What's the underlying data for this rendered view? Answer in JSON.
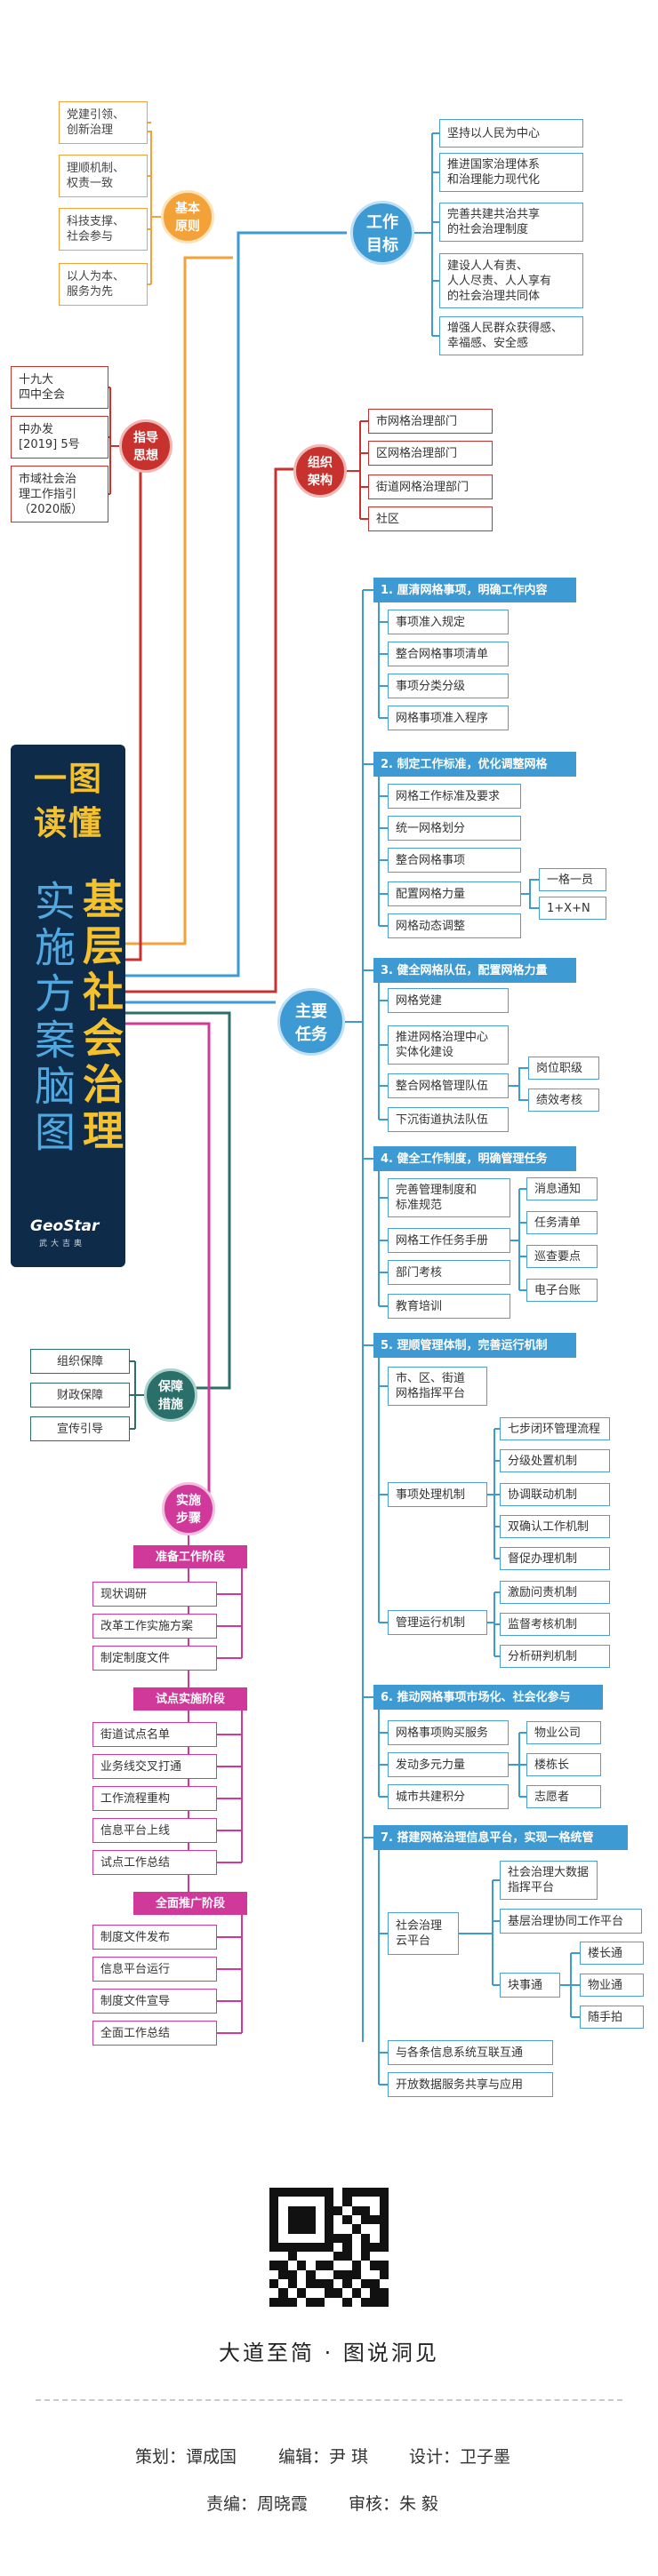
{
  "title": {
    "lines": [
      "一图",
      "读懂"
    ],
    "col_main": "基层社会治理",
    "col_sub": "实施方案脑图",
    "logo": "GeoStar",
    "logo_sub": "武大吉奥"
  },
  "left_branches": {
    "basic_principles": {
      "label": [
        "基本",
        "原则"
      ],
      "items": [
        "党建引领、\n创新治理",
        "理顺机制、\n权责一致",
        "科技支撑、\n社会参与",
        "以人为本、\n服务为先"
      ]
    },
    "guiding_thought": {
      "label": [
        "指导",
        "思想"
      ],
      "items": [
        "十九大\n四中全会",
        "中办发\n[2019] 5号",
        "市域社会治\n理工作指引\n（2020版）"
      ]
    },
    "guarantee": {
      "label": [
        "保障",
        "措施"
      ],
      "items": [
        "组织保障",
        "财政保障",
        "宣传引导"
      ]
    },
    "steps": {
      "label": [
        "实施",
        "步骤"
      ],
      "phases": [
        {
          "title": "准备工作阶段",
          "items": [
            "现状调研",
            "改革工作实施方案",
            "制定制度文件"
          ]
        },
        {
          "title": "试点实施阶段",
          "items": [
            "街道试点名单",
            "业务线交叉打通",
            "工作流程重构",
            "信息平台上线",
            "试点工作总结"
          ]
        },
        {
          "title": "全面推广阶段",
          "items": [
            "制度文件发布",
            "信息平台运行",
            "制度文件宣导",
            "全面工作总结"
          ]
        }
      ]
    }
  },
  "right_branches": {
    "goals": {
      "label": [
        "工作",
        "目标"
      ],
      "items": [
        "坚持以人民为中心",
        "推进国家治理体系\n和治理能力现代化",
        "完善共建共治共享\n的社会治理制度",
        "建设人人有责、\n人人尽责、人人享有\n的社会治理共同体",
        "增强人民群众获得感、\n幸福感、安全感"
      ]
    },
    "org": {
      "label": [
        "组织",
        "架构"
      ],
      "items": [
        "市网格治理部门",
        "区网格治理部门",
        "街道网格治理部门",
        "社区"
      ]
    },
    "tasks": {
      "label": [
        "主要",
        "任务"
      ],
      "groups": [
        {
          "title": "1. 厘清网格事项，明确工作内容",
          "items": [
            "事项准入规定",
            "整合网格事项清单",
            "事项分类分级",
            "网格事项准入程序"
          ]
        },
        {
          "title": "2. 制定工作标准，优化调整网格",
          "items": [
            "网格工作标准及要求",
            "统一网格划分",
            "整合网格事项",
            "配置网格力量",
            "网格动态调整"
          ],
          "sub": [
            "一格一员",
            "1+X+N"
          ]
        },
        {
          "title": "3. 健全网格队伍，配置网格力量",
          "items": [
            "网格党建",
            "推进网格治理中心\n实体化建设",
            "整合网格管理队伍",
            "下沉街道执法队伍"
          ],
          "sub": [
            "岗位职级",
            "绩效考核"
          ]
        },
        {
          "title": "4. 健全工作制度，明确管理任务",
          "items": [
            "完善管理制度和\n标准规范",
            "网格工作任务手册",
            "部门考核",
            "教育培训"
          ],
          "sub": [
            "消息通知",
            "任务清单",
            "巡查要点",
            "电子台账"
          ]
        },
        {
          "title": "5. 理顺管理体制，完善运行机制",
          "items": [
            "市、区、街道\n网格指挥平台",
            "事项处理机制",
            "管理运行机制"
          ],
          "sub_a": [
            "七步闭环管理流程",
            "分级处置机制",
            "协调联动机制",
            "双确认工作机制",
            "督促办理机制"
          ],
          "sub_b": [
            "激励问责机制",
            "监督考核机制",
            "分析研判机制"
          ]
        },
        {
          "title": "6. 推动网格事项市场化、社会化参与",
          "items": [
            "网格事项购买服务",
            "发动多元力量",
            "城市共建积分"
          ],
          "sub": [
            "物业公司",
            "楼栋长",
            "志愿者"
          ]
        },
        {
          "title": "7. 搭建网格治理信息平台，实现一格统管",
          "items": [
            "社会治理\n云平台",
            "与各条信息系统互联互通",
            "开放数据服务共享与应用"
          ],
          "sub_a": [
            "社会治理大数据\n指挥平台",
            "基层治理协同工作平台",
            "块事通"
          ],
          "sub_b": [
            "楼长通",
            "物业通",
            "随手拍"
          ]
        }
      ]
    }
  },
  "footer": {
    "slogan": "大道至简 · 图说洞见",
    "planner": "策划：谭成国",
    "editor": "编辑：尹  琪",
    "designer": "设计：卫子墨",
    "chief_editor": "责编：周晓霞",
    "reviewer": "审核：朱  毅"
  },
  "colors": {
    "navy": "#0f2b4a",
    "gold": "#f5c12c",
    "blue": "#3d9ad2",
    "red": "#c8322e",
    "orange": "#f3a23a",
    "green": "#2a6f6a",
    "pink": "#d0389a"
  }
}
